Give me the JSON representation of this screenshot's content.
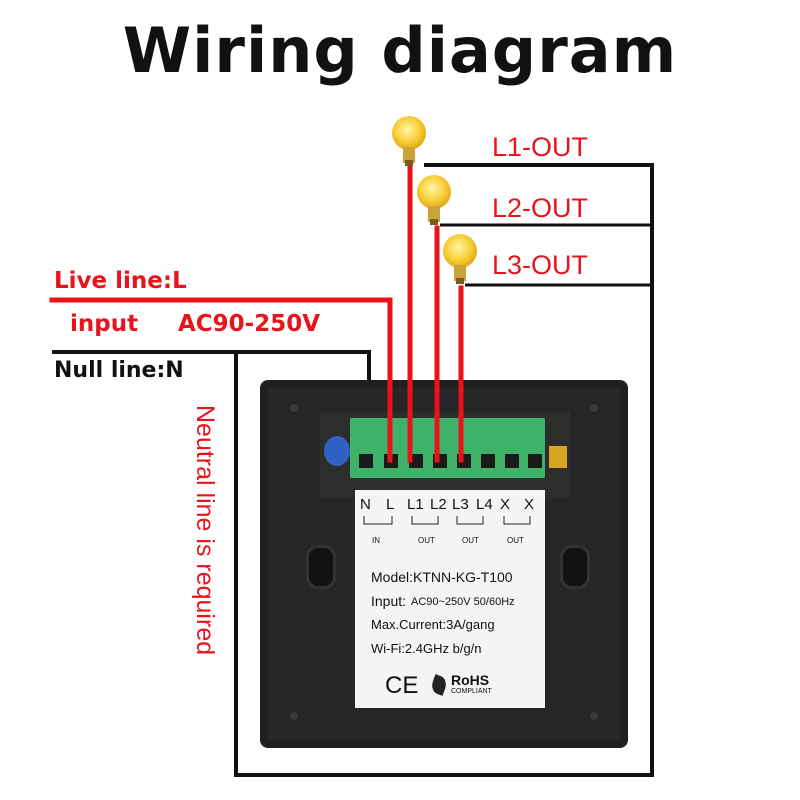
{
  "title": "Wiring diagram",
  "labels": {
    "live_line": "Live line:L",
    "input": "input",
    "voltage": "AC90-250V",
    "null_line": "Null line:N",
    "l1_out": "L1-OUT",
    "l2_out": "L2-OUT",
    "l3_out": "L3-OUT",
    "neutral_note": "Neutral line is required"
  },
  "device_label": {
    "terminals": [
      "N",
      "L",
      "L1",
      "L2",
      "L3",
      "L4",
      "X",
      "X"
    ],
    "groups": [
      "IN",
      "OUT",
      "OUT",
      "OUT"
    ],
    "model": "Model:KTNN-KG-T100",
    "input_prefix": "Input:",
    "input_value": "AC90~250V 50/60Hz",
    "current": "Max.Current:3A/gang",
    "wifi": "Wi-Fi:2.4GHz  b/g/n",
    "ce": "CE",
    "rohs": "RoHS",
    "compliant": "COMPLIANT"
  },
  "colors": {
    "live": "#e8141b",
    "neutral": "#111111",
    "terminal": "#3fb26a",
    "device": "#1f1f21"
  }
}
